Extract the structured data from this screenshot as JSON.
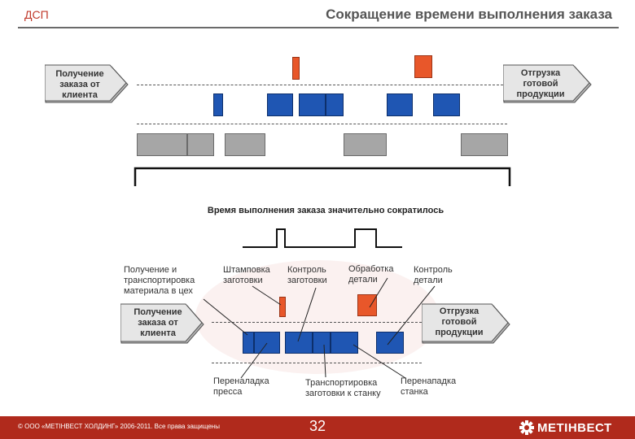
{
  "header": {
    "brand": "ДСП",
    "title": "Сокращение времени выполнения заказа"
  },
  "top_diagram": {
    "start_label": "Получение заказа от клиента",
    "end_label": "Отгрузка готовой продукции"
  },
  "caption": "Время выполнения заказа значительно сократилось",
  "bottom_diagram": {
    "start_label": "Получение заказа от клиента",
    "end_label": "Отгрузка готовой продукции",
    "labels": {
      "receiving": "Получение и транспортировка материала в цех",
      "stamping": "Штамповка заготовки",
      "control_blank": "Контроль заготовки",
      "processing": "Обработка детали",
      "control_part": "Контроль детали",
      "changeover_press": "Переналадка пресса",
      "transport": "Транспортировка заготовки к станку",
      "changeover_machine": "Перенападка станка"
    }
  },
  "footer": {
    "copyright": "© ООО «МЕТІНВЕСТ ХОЛДИНГ» 2006-2011. Все права защищены",
    "page_number": "32",
    "logo_text": "МЕТІНВЕСТ"
  },
  "colors": {
    "accent_red": "#b02a1c",
    "blue": "#1f56b3",
    "orange": "#e8572a",
    "gray": "#a6a6a6"
  }
}
